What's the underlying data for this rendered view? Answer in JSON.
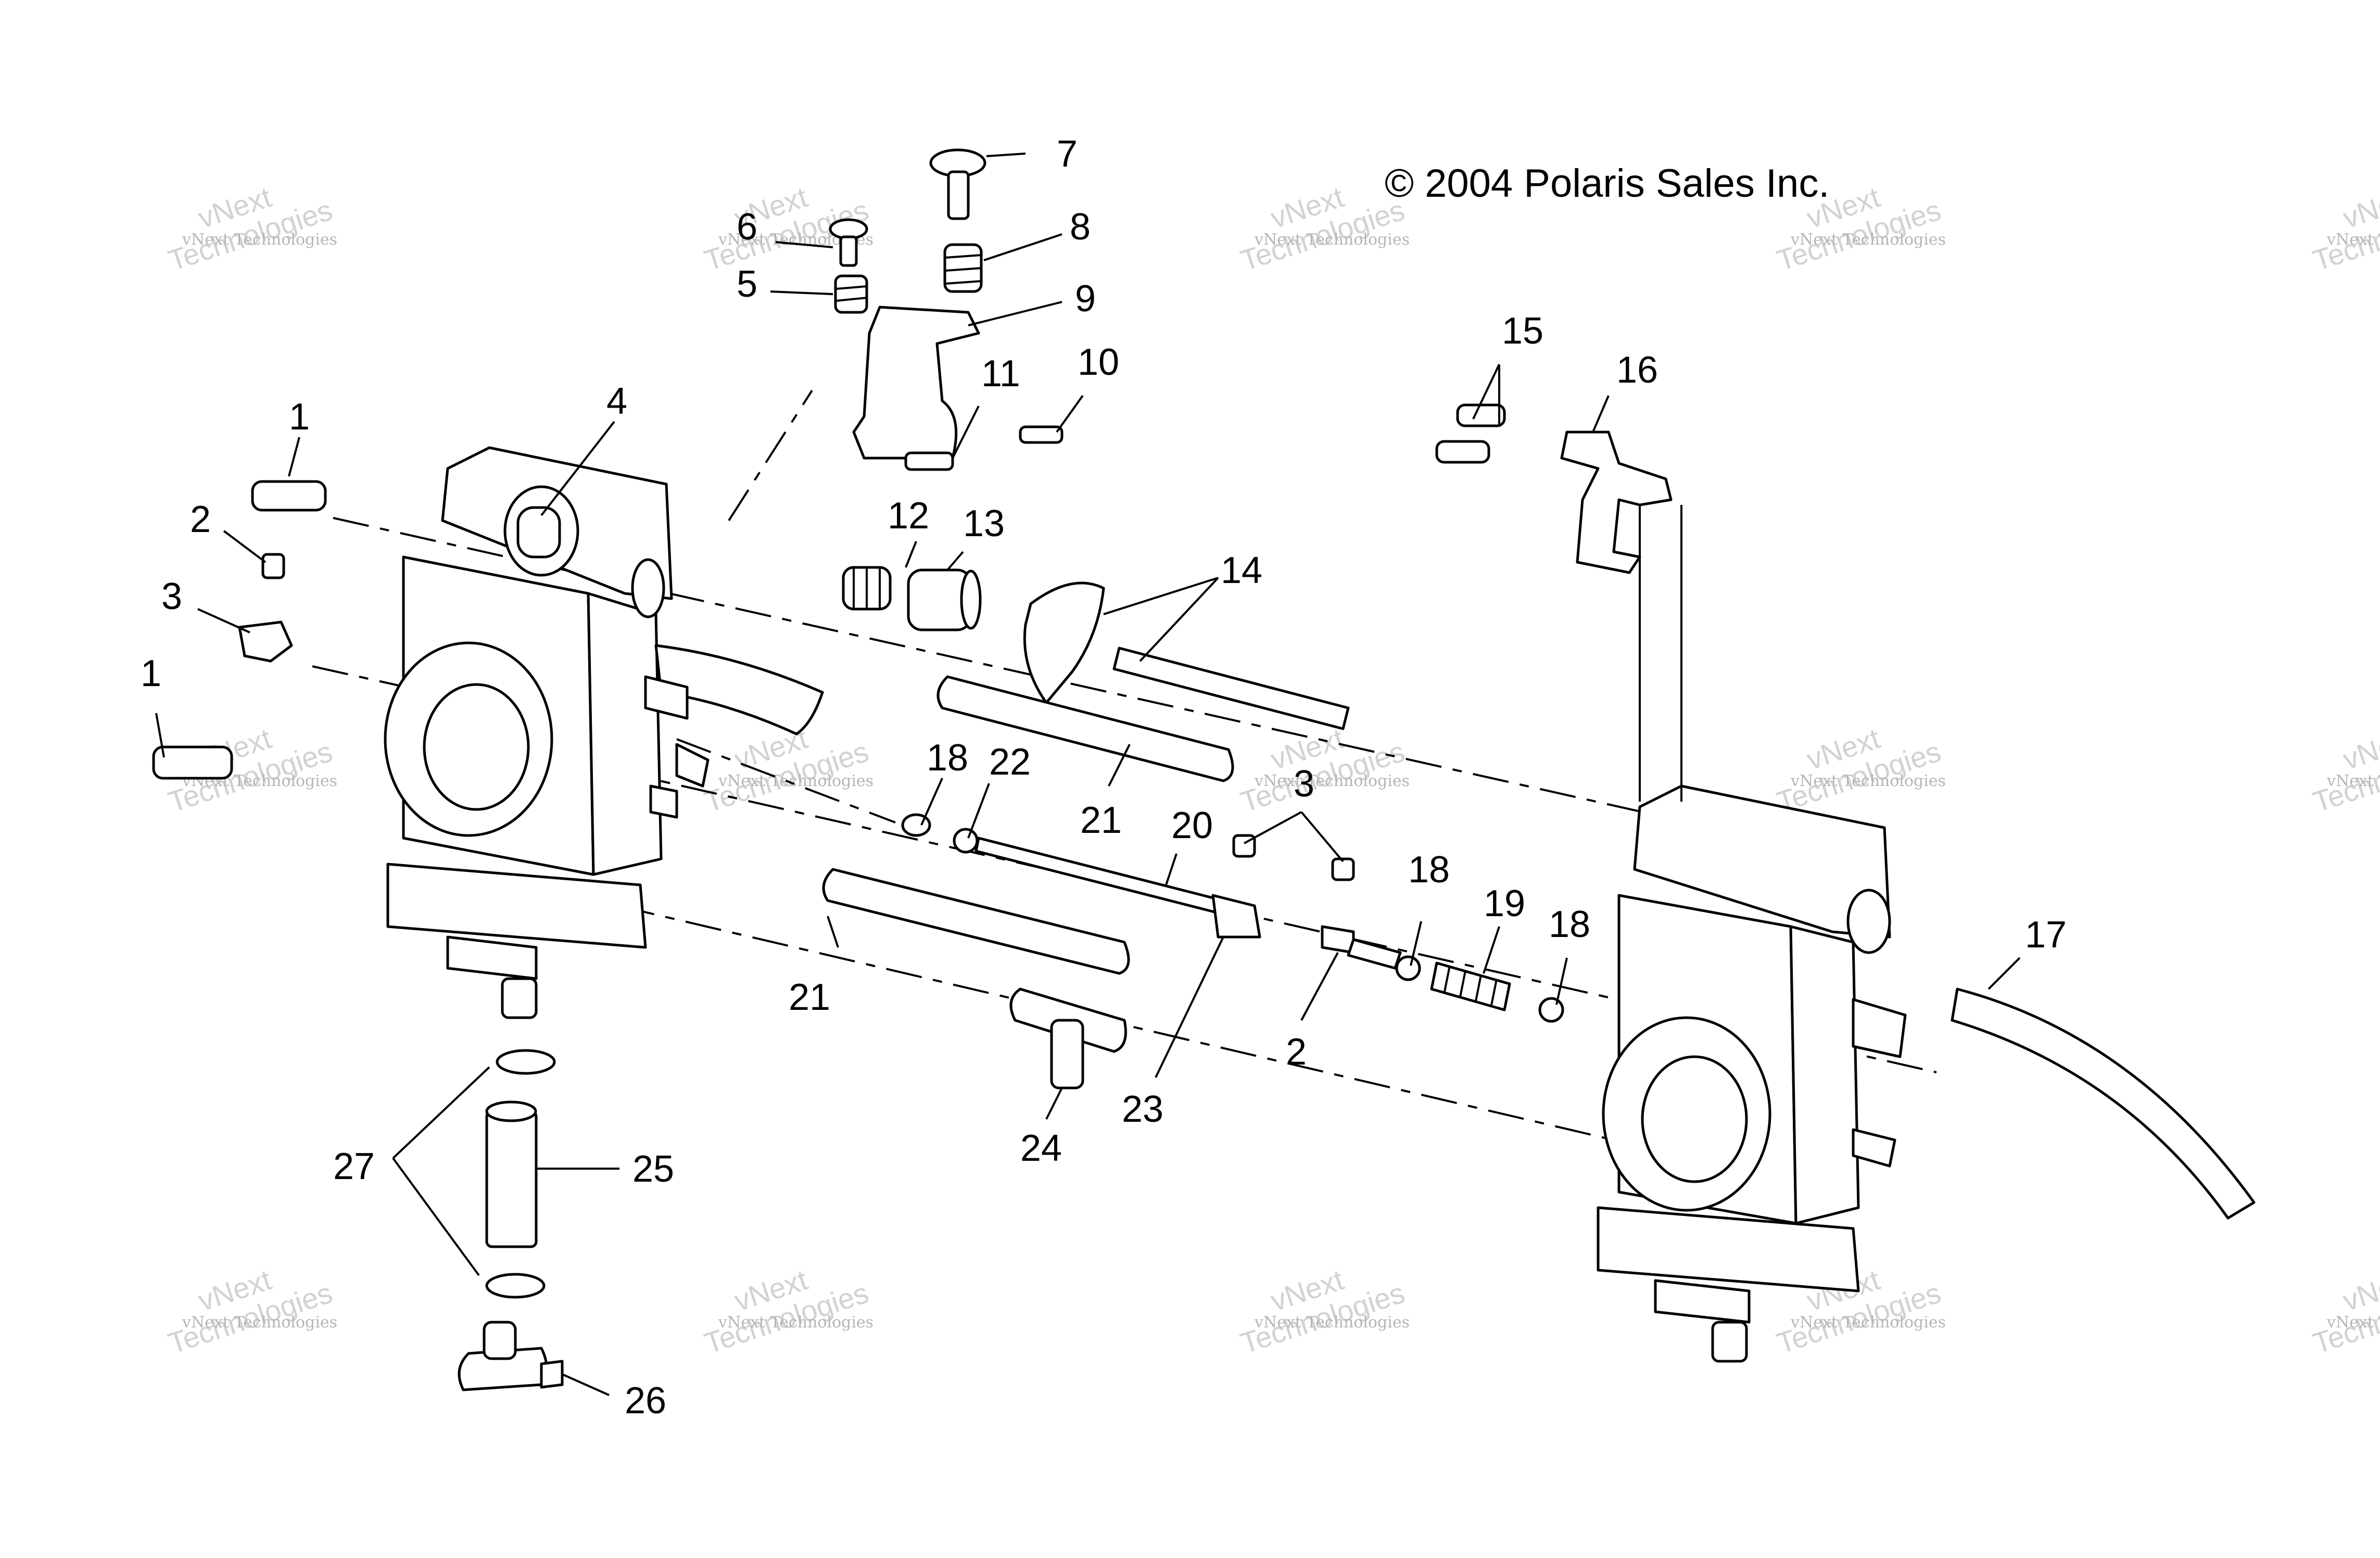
{
  "copyright": "© 2004 Polaris Sales Inc.",
  "watermark": {
    "line1": "vNext Technologies",
    "line2": "vNext",
    "line3": "Technologies"
  },
  "callouts": [
    "1",
    "1",
    "2",
    "2",
    "3",
    "3",
    "4",
    "5",
    "6",
    "7",
    "8",
    "9",
    "10",
    "11",
    "12",
    "13",
    "14",
    "15",
    "16",
    "17",
    "18",
    "18",
    "18",
    "19",
    "20",
    "21",
    "21",
    "22",
    "23",
    "24",
    "25",
    "26",
    "27"
  ]
}
